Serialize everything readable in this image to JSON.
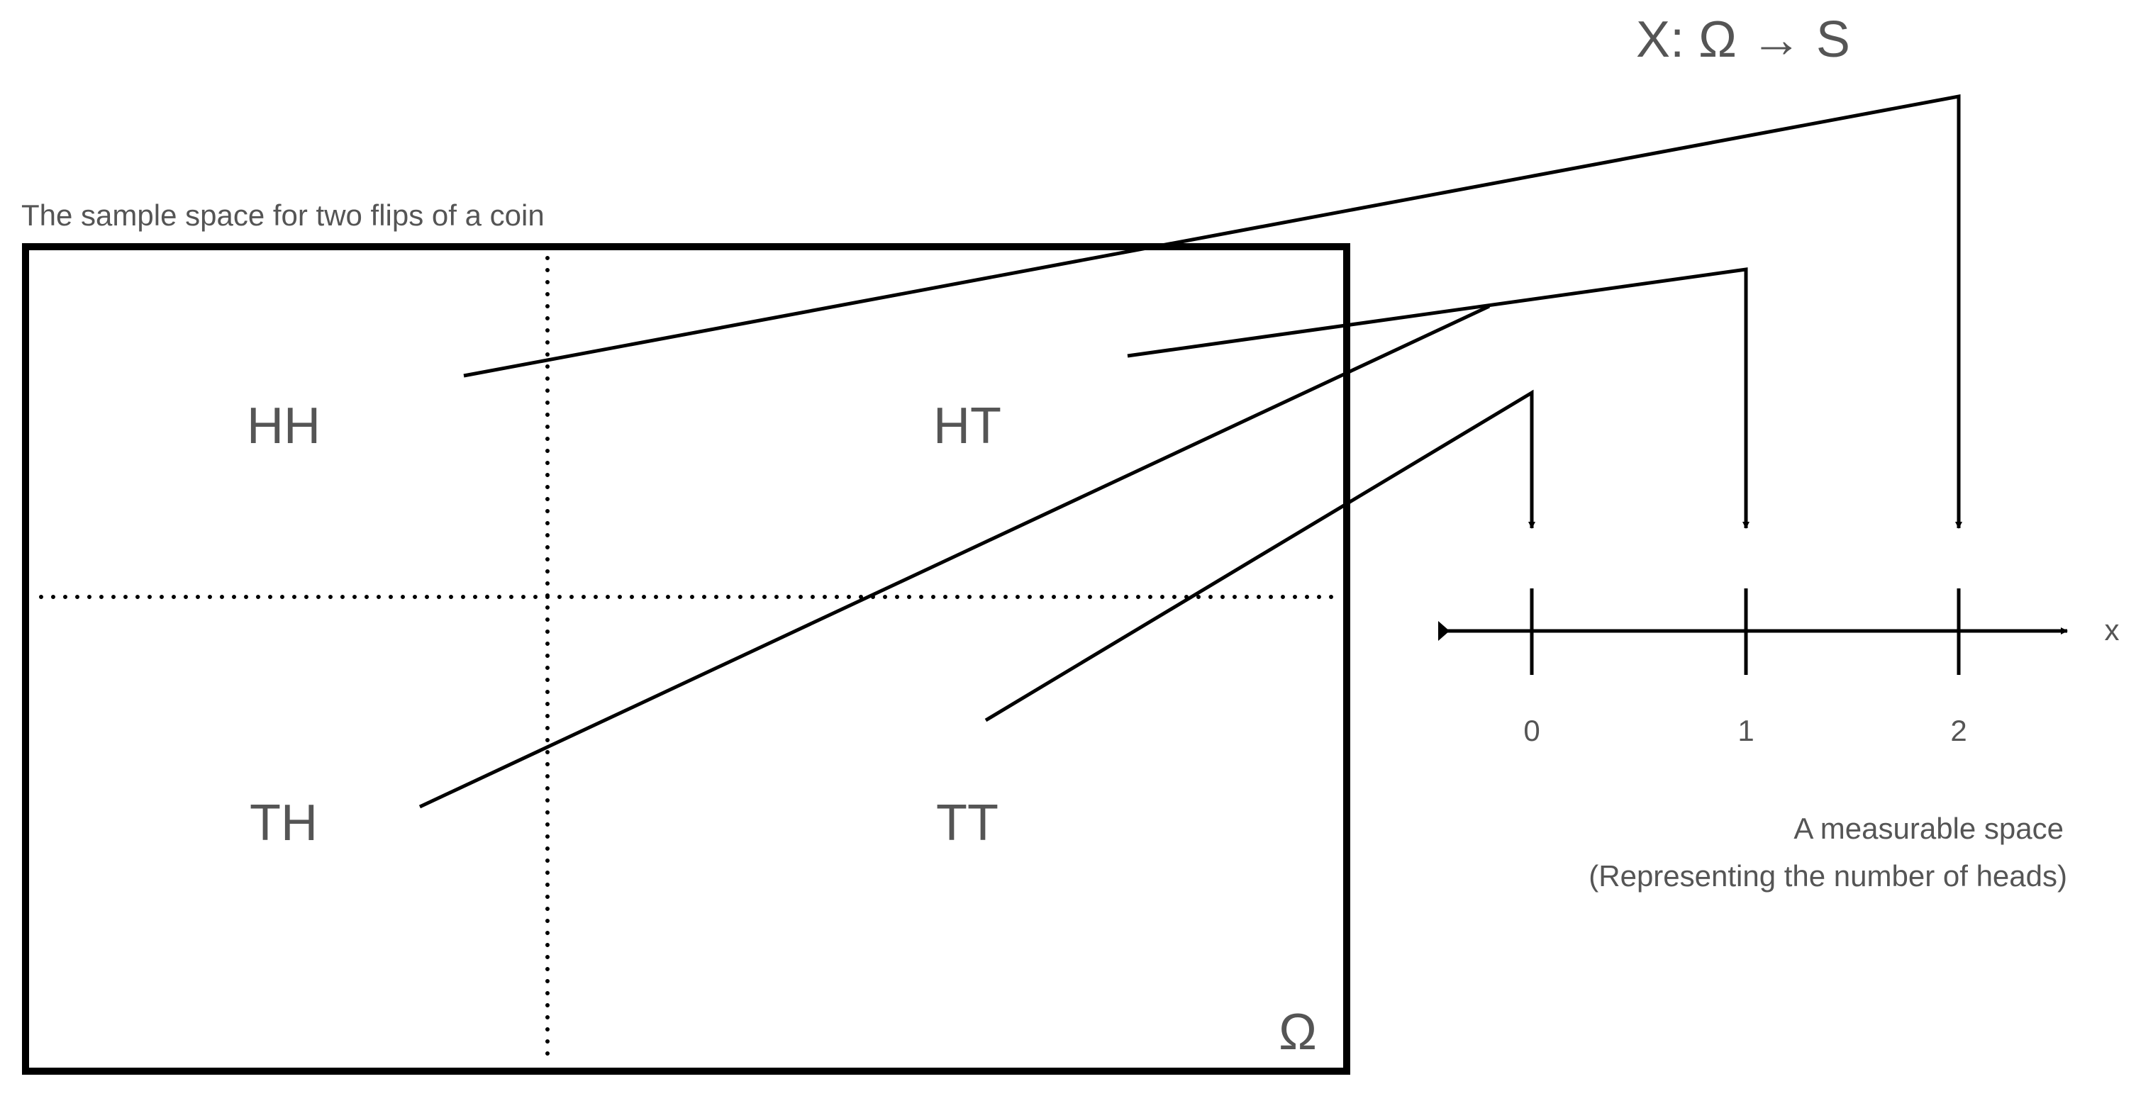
{
  "mapping_label": "X: Ω → S",
  "sample_space": {
    "caption": "The sample space for two flips of a coin",
    "symbol": "Ω",
    "outcomes": [
      "HH",
      "HT",
      "TH",
      "TT"
    ]
  },
  "measurable_space": {
    "axis_label": "x",
    "ticks": [
      "0",
      "1",
      "2"
    ],
    "caption_line1": "A measurable space",
    "caption_line2": "(Representing the number of heads)"
  },
  "mappings": [
    {
      "outcome": "HH",
      "value": "2"
    },
    {
      "outcome": "HT",
      "value": "1"
    },
    {
      "outcome": "TH",
      "value": "1"
    },
    {
      "outcome": "TT",
      "value": "0"
    }
  ],
  "colors": {
    "line": "#000000",
    "text": "#555555",
    "background": "#ffffff"
  }
}
